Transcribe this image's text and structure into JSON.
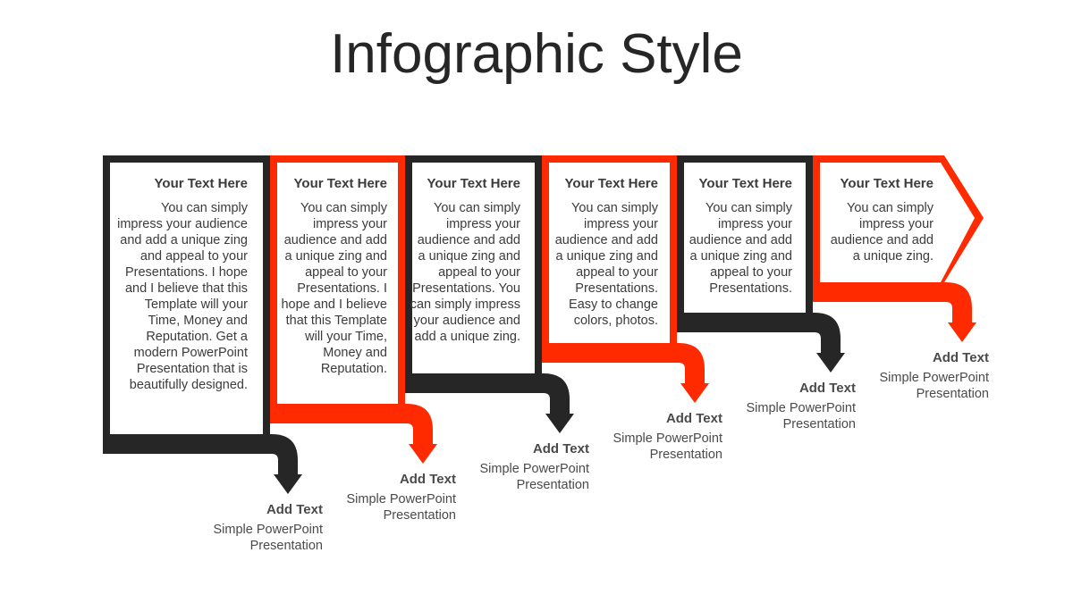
{
  "title": "Infographic Style",
  "colors": {
    "dark": "#262626",
    "accent": "#ff2a00"
  },
  "steps": [
    {
      "color": "dark",
      "heading": "Your Text  Here",
      "body": "You can simply impress your audience and add a unique zing and appeal to your Presentations. I hope and I believe that this Template will your Time, Money and Reputation. Get a modern PowerPoint Presentation that is beautifully designed.",
      "caption_title": "Add Text",
      "caption_body": "Simple PowerPoint Presentation"
    },
    {
      "color": "accent",
      "heading": "Your Text  Here",
      "body": "You can simply impress your audience and add a unique zing and appeal to your Presentations. I hope and I believe that this Template will your Time, Money and Reputation.",
      "caption_title": "Add Text",
      "caption_body": "Simple PowerPoint Presentation"
    },
    {
      "color": "dark",
      "heading": "Your Text  Here",
      "body": "You can simply impress your audience and add a unique zing and appeal to your Presentations. You can simply impress your audience and add a unique zing.",
      "caption_title": "Add Text",
      "caption_body": "Simple PowerPoint Presentation"
    },
    {
      "color": "accent",
      "heading": "Your Text  Here",
      "body": "You can simply impress your audience and add a unique zing and appeal to your Presentations. Easy to change colors, photos.",
      "caption_title": "Add Text",
      "caption_body": "Simple PowerPoint Presentation"
    },
    {
      "color": "dark",
      "heading": "Your Text  Here",
      "body": "You can simply impress your audience and add a unique zing and appeal to your Presentations.",
      "caption_title": "Add Text",
      "caption_body": "Simple PowerPoint Presentation"
    },
    {
      "color": "accent",
      "heading": "Your Text  Here",
      "body": "You can simply impress your audience and add a unique zing.",
      "caption_title": "Add Text",
      "caption_body": "Simple PowerPoint Presentation"
    }
  ]
}
